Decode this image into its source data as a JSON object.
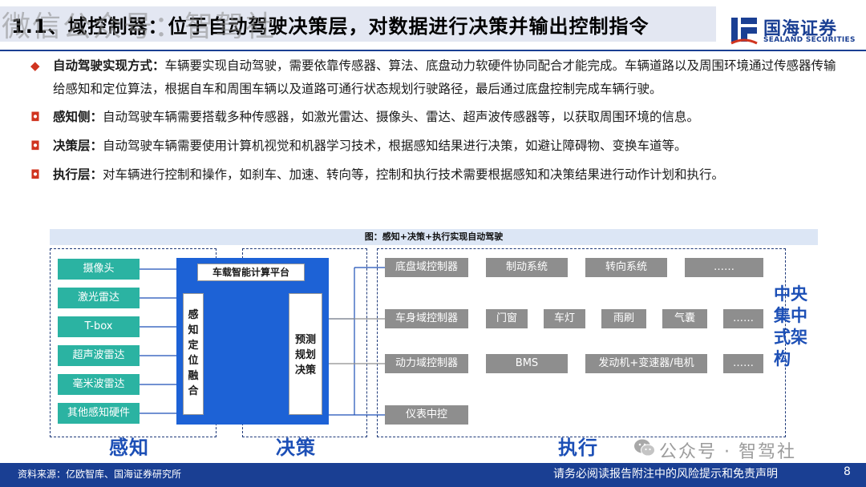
{
  "header": {
    "watermark": "微信公众号：智驾社",
    "title": "1.1、域控制器：位于自动驾驶决策层，对数据进行决策并输出控制指令",
    "logo_cn": "国海证券",
    "logo_en": "SEALAND SECURITIES"
  },
  "bullets": [
    {
      "icon": "diamond-icon",
      "mark": "◆",
      "lead": "自动驾驶实现方式：",
      "text": "车辆要实现自动驾驶，需要依靠传感器、算法、底盘动力软硬件协同配合才能完成。车辆道路以及周围环境通过传感器传输给感知和定位算法，根据自车和周围车辆以及道路可通行状态规划行驶路径，最后通过底盘控制完成车辆行驶。"
    },
    {
      "icon": "square-icon",
      "mark": "◘",
      "lead": "感知侧：",
      "text": "自动驾驶车辆需要搭载多种传感器，如激光雷达、摄像头、雷达、超声波传感器等，以获取周围环境的信息。"
    },
    {
      "icon": "square-icon",
      "mark": "◘",
      "lead": "决策层：",
      "text": "自动驾驶车辆需要使用计算机视觉和机器学习技术，根据感知结果进行决策，如避让障碍物、变换车道等。"
    },
    {
      "icon": "square-icon",
      "mark": "◘",
      "lead": "执行层：",
      "text": "对车辆进行控制和操作，如刹车、加速、转向等，控制和执行技术需要根据感知和决策结果进行动作计划和执行。"
    }
  ],
  "diagram": {
    "caption": "图：感知+决策+执行实现自动驾驶",
    "sensors": [
      "摄像头",
      "激光雷达",
      "T-box",
      "超声波雷达",
      "毫米波雷达",
      "其他感知硬件"
    ],
    "platform": {
      "title": "车载智能计算平台",
      "left_label": [
        "感",
        "知",
        "定",
        "位",
        "融",
        "合"
      ],
      "right_label": [
        "预",
        "测",
        "规",
        "划",
        "决",
        "策"
      ]
    },
    "rows": [
      {
        "domain": "底盘域控制器",
        "items": [
          "制动系统",
          "转向系统",
          "……"
        ]
      },
      {
        "domain": "车身域控制器",
        "items": [
          "门窗",
          "车灯",
          "雨刷",
          "气囊",
          "……"
        ]
      },
      {
        "domain": "动力域控制器",
        "items": [
          "BMS",
          "发动机+变速器/电机",
          "……"
        ]
      },
      {
        "domain": "仪表中控",
        "items": []
      }
    ],
    "central_arch": [
      "中",
      "央",
      "集",
      "中",
      "式",
      "架",
      "构"
    ],
    "group_labels": {
      "perception": "感知",
      "decision": "决策",
      "execution": "执行"
    }
  },
  "footer": {
    "source": "资料来源：亿欧智库、国海证券研究所",
    "disclaimer": "请务必阅读报告附注中的风险提示和免责声明",
    "page": "8",
    "wechat_text": "公众号 · 智驾社"
  },
  "colors": {
    "brand": "#1a3f93",
    "platform": "#1d62d6",
    "sensor": "#2bb3a2",
    "actuator": "#8e8e8e",
    "accent_red": "#d0341f",
    "label_blue": "#1c4fb6"
  }
}
